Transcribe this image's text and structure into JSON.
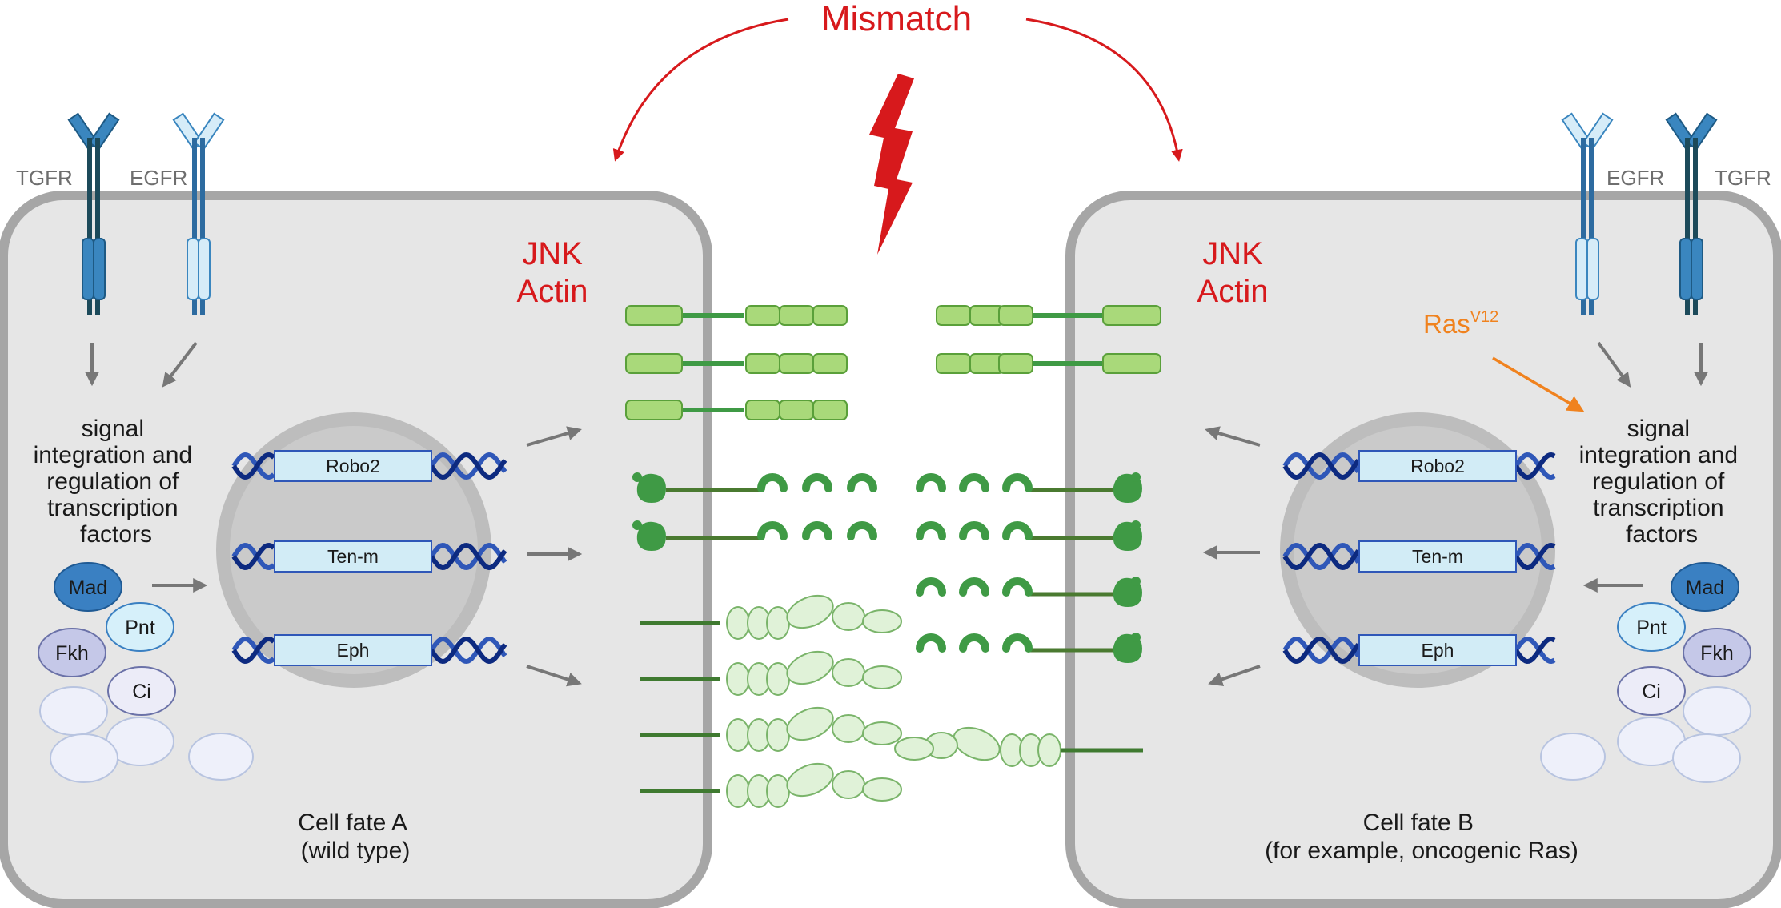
{
  "title": "Mismatch",
  "left_cell": {
    "receptor_1": "TGFR",
    "receptor_2": "EGFR",
    "signal_text": [
      "signal",
      "integration and",
      "regulation of",
      "transcription",
      "factors"
    ],
    "markers": [
      "JNK",
      "Actin"
    ],
    "genes": [
      "Robo2",
      "Ten-m",
      "Eph"
    ],
    "tfs": [
      "Mad",
      "Pnt",
      "Fkh",
      "Ci"
    ],
    "fate": [
      "Cell fate A",
      "(wild type)"
    ]
  },
  "right_cell": {
    "receptor_1": "EGFR",
    "receptor_2": "TGFR",
    "signal_text": [
      "signal",
      "integration and",
      "regulation of",
      "transcription",
      "factors"
    ],
    "markers": [
      "JNK",
      "Actin"
    ],
    "genes": [
      "Robo2",
      "Ten-m",
      "Eph"
    ],
    "tfs": [
      "Mad",
      "Pnt",
      "Fkh",
      "Ci"
    ],
    "ras": "Ras",
    "ras_sup": "V12",
    "fate": [
      "Cell fate B",
      "(for example, oncogenic Ras)"
    ]
  },
  "colors": {
    "cell_fill": "#e6e6e6",
    "cell_border": "#a6a6a6",
    "mismatch_red": "#d7191c",
    "ras_orange": "#f0821e",
    "dna_dark": "#0d2a80",
    "dna_light": "#2f57b8",
    "protein_green": "#3f9a45",
    "light_green": "#a9d97a"
  }
}
